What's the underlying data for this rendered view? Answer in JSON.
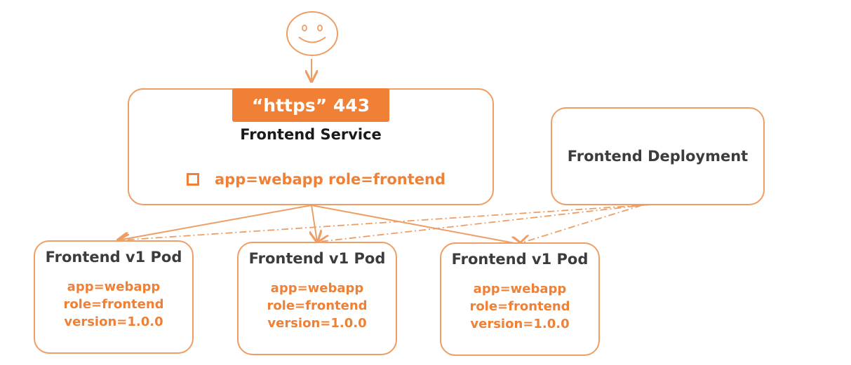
{
  "user": {
    "icon": "smiley-face-icon"
  },
  "service": {
    "port_label": "“https” 443",
    "title": "Frontend Service",
    "selector": "app=webapp role=frontend",
    "selector_icon": "checkbox-icon"
  },
  "deployment": {
    "title": "Frontend Deployment"
  },
  "pods": [
    {
      "title": "Frontend v1 Pod",
      "labels": [
        "app=webapp",
        "role=frontend",
        "version=1.0.0"
      ]
    },
    {
      "title": "Frontend v1 Pod",
      "labels": [
        "app=webapp",
        "role=frontend",
        "version=1.0.0"
      ]
    },
    {
      "title": "Frontend v1 Pod",
      "labels": [
        "app=webapp",
        "role=frontend",
        "version=1.0.0"
      ]
    }
  ],
  "colors": {
    "accent": "#ef8035",
    "border": "#ee9e64",
    "title_text": "#3c3c3c"
  }
}
